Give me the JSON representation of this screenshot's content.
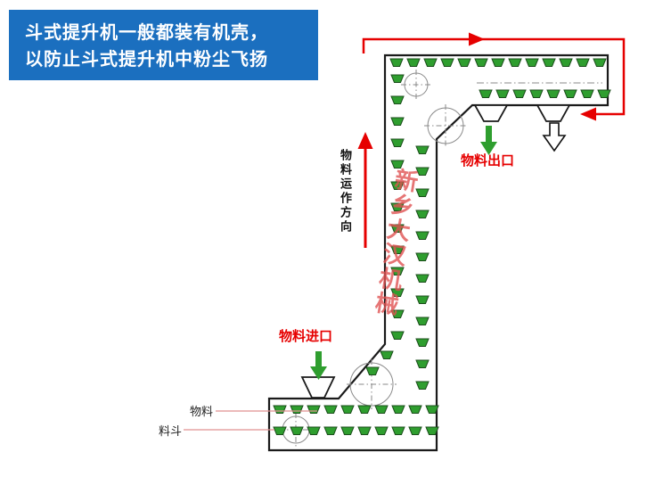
{
  "banner": {
    "line1": "斗式提升机一般都装有机壳，",
    "line2": "以防止斗式提升机中粉尘飞扬"
  },
  "labels": {
    "direction": "物料运作方向",
    "outlet": "物料出口",
    "inlet": "物料进口",
    "material": "物料",
    "bucket": "料斗",
    "watermark": "新乡大汉机械"
  },
  "colors": {
    "banner_bg": "#1b6fbf",
    "banner_text": "#ffffff",
    "label_red": "#e60000",
    "arrow_red": "#e60000",
    "bucket_green": "#2f9e2f",
    "watermark_red": "#e05353",
    "outline": "#1a1a1a",
    "leader": "#e09090"
  }
}
